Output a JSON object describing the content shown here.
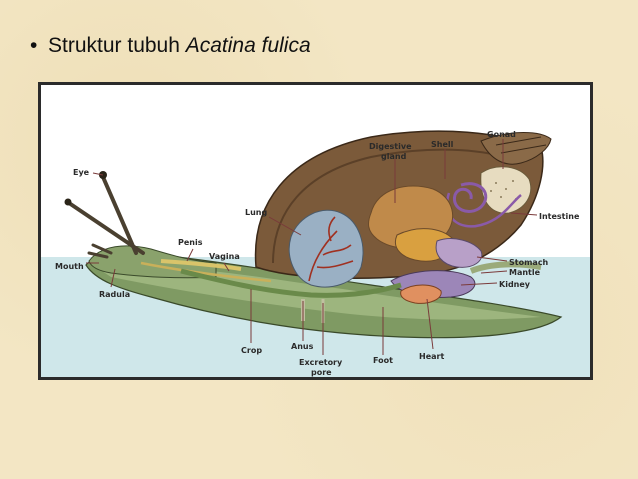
{
  "slide": {
    "bullet": "•",
    "title_prefix": "Struktur tubuh ",
    "title_species": "Acatina fulica"
  },
  "diagram": {
    "labels": {
      "eye": "Eye",
      "mouth": "Mouth",
      "radula": "Radula",
      "penis": "Penis",
      "vagina": "Vagina",
      "lung": "Lung",
      "crop": "Crop",
      "anus": "Anus",
      "excretory_pore_1": "Excretory",
      "excretory_pore_2": "pore",
      "foot": "Foot",
      "heart": "Heart",
      "digestive_gland_1": "Digestive",
      "digestive_gland_2": "gland",
      "shell": "Shell",
      "gonad": "Gonad",
      "intestine": "Intestine",
      "stomach": "Stomach",
      "mantle": "Mantle",
      "kidney": "Kidney"
    }
  }
}
